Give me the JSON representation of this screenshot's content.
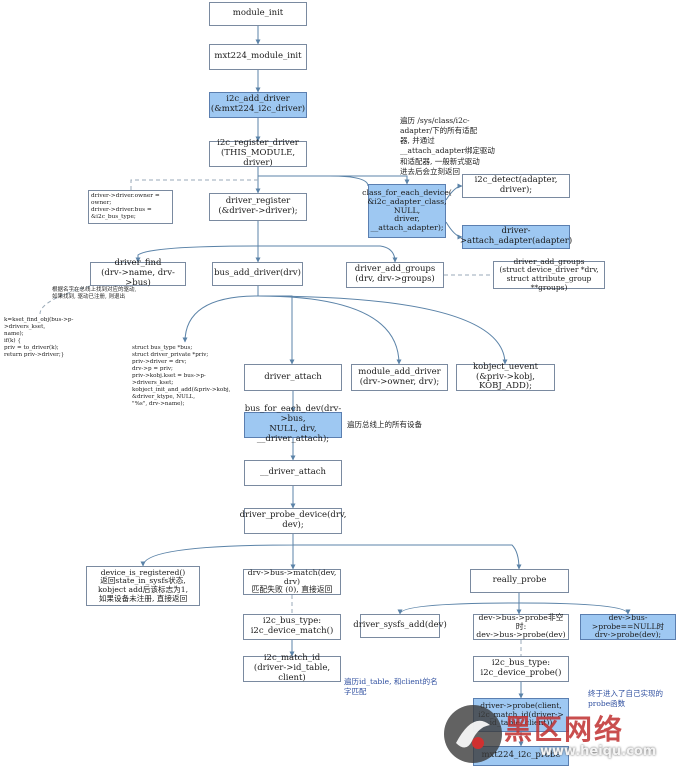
{
  "nodes": {
    "module_init": "module_init",
    "mxt224_module_init": "mxt224_module_init",
    "i2c_add_driver": "i2c_add_driver\n(&mxt224_i2c_driver)",
    "i2c_register_driver": "i2c_register_driver\n(THIS_MODULE, driver)",
    "driver_setup": "driver->driver.owner = owner;\ndriver->driver.bus =\n&i2c_bus_type;",
    "driver_register": "driver_register\n(&driver->driver);",
    "class_for_each_device": "class_for_each_device(\n&i2c_adapter_class,\nNULL,\ndriver,\n__attach_adapter);",
    "i2c_detect": "i2c_detect(adapter, driver);",
    "attach_adapter": "driver->attach_adapter(adapter)",
    "driver_find": "driver_find\n(drv->name, drv->bus)",
    "bus_add_driver": "bus_add_driver(drv)",
    "driver_add_groups": "driver_add_groups\n(drv, drv->groups)",
    "driver_add_groups_sig": "driver_add_groups\n(struct device_driver *drv,\nstruct attribute_group **groups)",
    "kset_find_code": "k=kset_find_obj(bus->p->drivers_kset,\nname);\nif(k) {\npriv = to_driver(k);\nreturn priv->driver;}",
    "bus_add_driver_code": "struct bus_type *bus;\nstruct driver_private *priv;\npriv->driver = drv;\ndrv->p = priv;\npriv->kobj.kset = bus->p->drivers_kset;\nkobject_init_and_add(&priv->kobj,\n&driver_ktype, NULL,\n\"%s\", drv->name);",
    "driver_attach": "driver_attach",
    "module_add_driver": "module_add_driver\n(drv->owner, drv);",
    "kobject_uevent": "kobject_uevent\n(&priv->kobj, KOBJ_ADD);",
    "bus_for_each_dev": "bus_for_each_dev(drv->bus,\nNULL, drv, __driver_attach);",
    "__driver_attach": "__driver_attach",
    "driver_probe_device": "driver_probe_device(drv,\ndev);",
    "device_is_registered": "device_is_registered()\n返回state_in_sysfs状态,\nkobject add后该标志为1,\n如果设备未注册, 直接返回",
    "bus_match": "drv->bus->match(dev, drv)\n匹配失败 (0), 直接返回",
    "really_probe": "really_probe",
    "i2c_device_match": "i2c_bus_type:\ni2c_device_match()",
    "i2c_match_id": "i2c_match_id\n(driver->id_table, client)",
    "driver_sysfs_add": "driver_sysfs_add(dev)",
    "bus_probe_nonnull": "dev->bus->probe非空时:\ndev->bus->probe(dev)",
    "bus_probe_null": "dev->bus->probe==NULL时\ndrv->probe(dev);",
    "i2c_device_probe": "i2c_bus_type:\ni2c_device_probe()",
    "driver_probe_client": "driver->probe(client,\ni2c_match_id(driver->\nid_table, client))",
    "mxt224_probe": "mxt224_i2c_probe"
  },
  "notes": {
    "class_note": "遍历 /sys/class/i2c-\nadapter/下的所有适配\n器, 并通过\n__attach_adapter绑定驱动\n和适配器, 一般新式驱动\n进去后会立刻返回",
    "driver_find_note": "根据名字在总线上找到对应的驱动,\n如果找到, 驱动已注册, 则退出",
    "bus_each_note": "遍历总线上的所有设备",
    "id_table_note": "遍历id_table, 和client的名\n字匹配",
    "probe_note": "终于进入了自己实现的\nprobe函数"
  },
  "watermark": {
    "brand": "黑区网络",
    "url": "www.heiqu.com"
  },
  "colors": {
    "highlight": "#9ec8f2",
    "connector": "#5b83a8",
    "dashed": "#9aaab8"
  }
}
